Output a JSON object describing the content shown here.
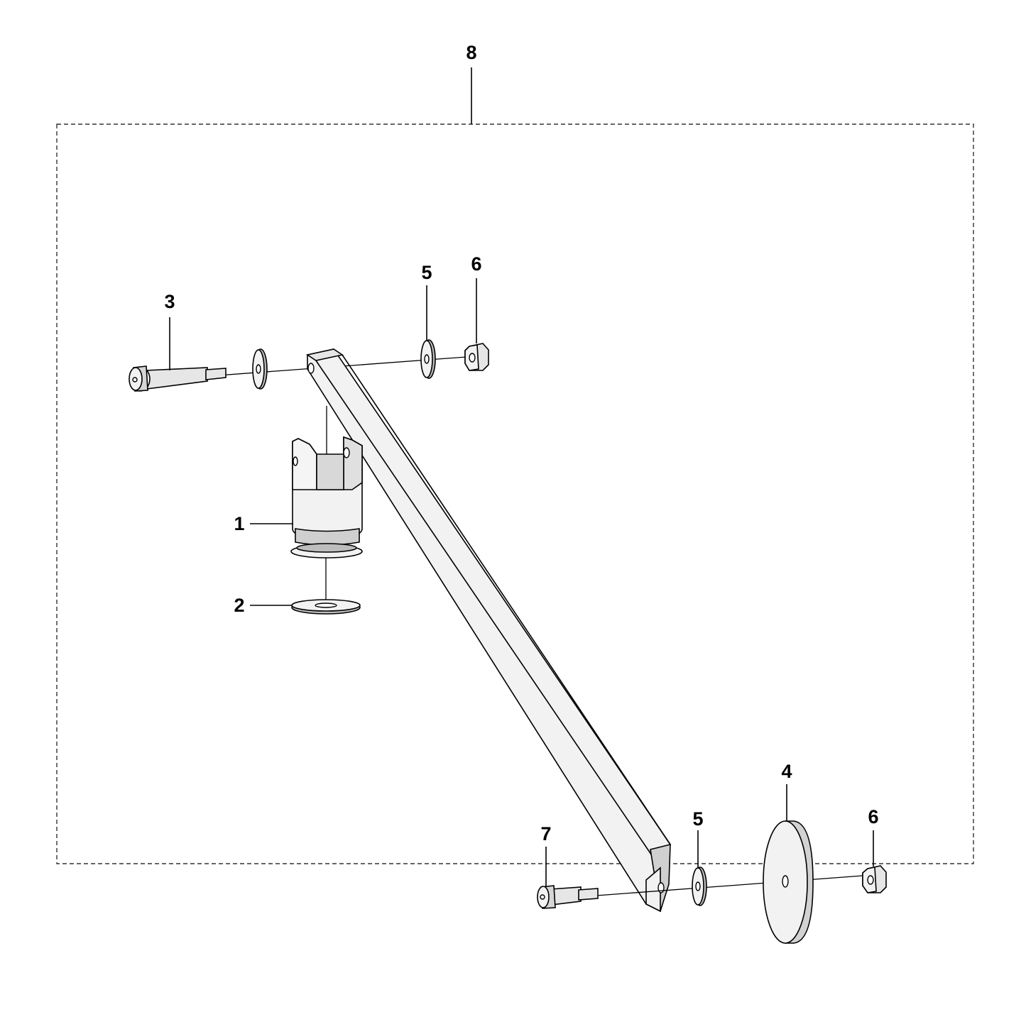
{
  "diagram": {
    "assembly_callout": "8",
    "parts": [
      {
        "callout": "1",
        "name": "clevis-housing"
      },
      {
        "callout": "2",
        "name": "flat-washer"
      },
      {
        "callout": "3",
        "name": "shoulder-bolt"
      },
      {
        "callout": "4",
        "name": "wheel"
      },
      {
        "callout": "5",
        "name": "washer"
      },
      {
        "callout": "6",
        "name": "lock-nut"
      },
      {
        "callout": "7",
        "name": "shoulder-bolt-short"
      }
    ],
    "labels": {
      "l1": "1",
      "l2": "2",
      "l3": "3",
      "l4": "4",
      "l5a": "5",
      "l5b": "5",
      "l6a": "6",
      "l6b": "6",
      "l7": "7",
      "l8": "8"
    }
  }
}
